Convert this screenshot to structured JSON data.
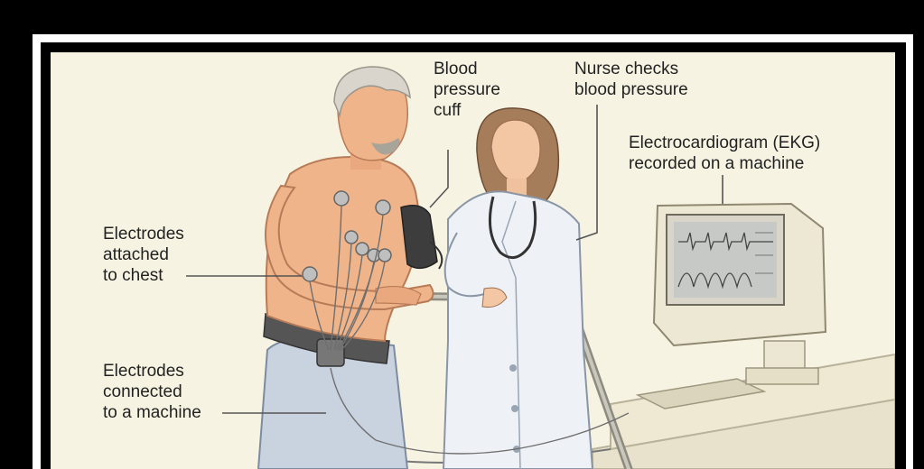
{
  "labels": {
    "cuff": "Blood\npressure\ncuff",
    "nurse": "Nurse checks\nblood pressure",
    "ekg": "Electrocardiogram (EKG)\nrecorded on a machine",
    "chest": "Electrodes\nattached\nto chest",
    "machine": "Electrodes\nconnected\nto a machine"
  },
  "colors": {
    "background": "#f7f3e2",
    "skin": "#efb48a",
    "coat": "#eef2f6",
    "pants": "#c9d3e0",
    "frame": "#000000"
  }
}
